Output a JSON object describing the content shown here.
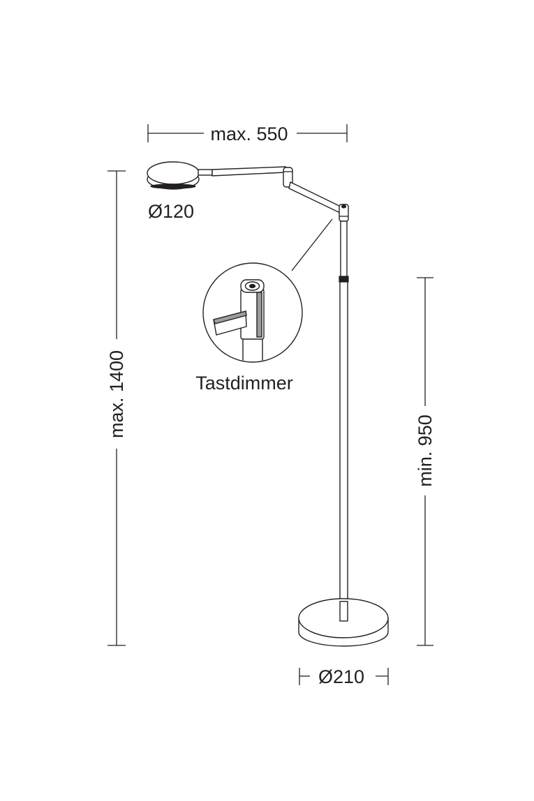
{
  "dimensions": {
    "arm_reach": "max. 550",
    "head_diameter": "Ø120",
    "total_height": "max. 1400",
    "min_height": "min. 950",
    "base_diameter": "Ø210"
  },
  "detail": {
    "label": "Tastdimmer"
  },
  "colors": {
    "line": "#231f20",
    "accent_grey": "#9d9d9d",
    "background": "#ffffff"
  }
}
